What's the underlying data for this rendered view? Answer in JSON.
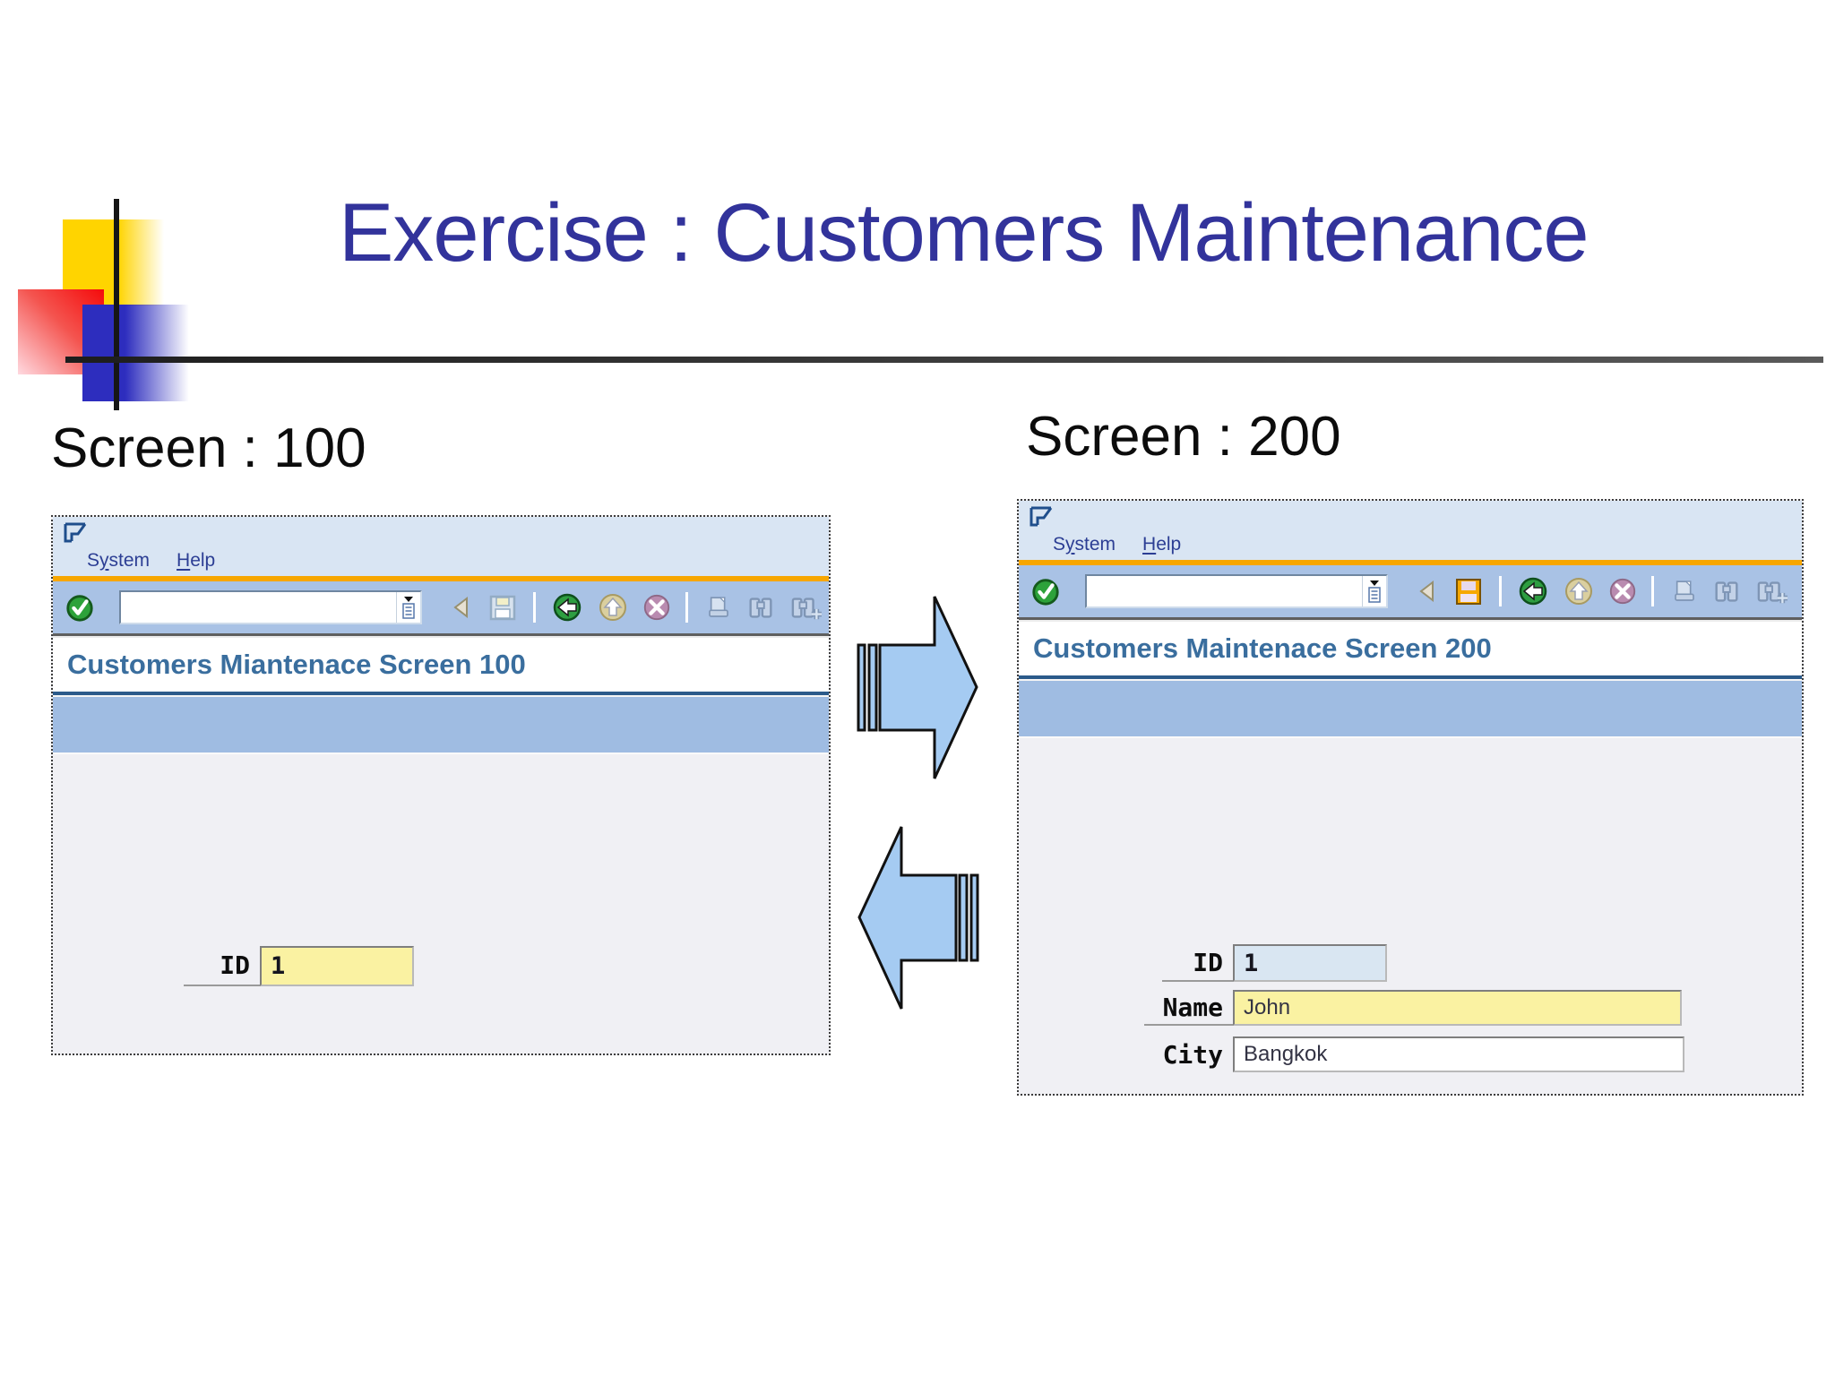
{
  "slide": {
    "title": "Exercise : Customers Maintenance",
    "screen100_label": "Screen : 100",
    "screen200_label": "Screen : 200"
  },
  "screen100": {
    "menu": {
      "system": {
        "pre": "S",
        "accel": "y",
        "post": "stem"
      },
      "help": {
        "pre": "",
        "accel": "H",
        "post": "elp"
      }
    },
    "command_value": "",
    "window_title": "Customers Miantenace Screen 100",
    "fields": {
      "id": {
        "label": "ID",
        "value": "1"
      }
    }
  },
  "screen200": {
    "menu": {
      "system": {
        "pre": "S",
        "accel": "y",
        "post": "stem"
      },
      "help": {
        "pre": "",
        "accel": "H",
        "post": "elp"
      }
    },
    "command_value": "",
    "window_title": "Customers Maintenace Screen 200",
    "fields": {
      "id": {
        "label": "ID",
        "value": "1"
      },
      "name": {
        "label": "Name",
        "value": "John"
      },
      "city": {
        "label": "City",
        "value": "Bangkok"
      }
    }
  },
  "toolbar": {
    "icons": [
      "enter-icon",
      "command-input",
      "back-triangle-icon",
      "save-icon",
      "back-icon",
      "exit-icon",
      "cancel-icon",
      "print-icon",
      "find-icon",
      "find-next-icon"
    ]
  },
  "colors": {
    "slide_title": "#32339B",
    "accent_orange": "#F7A600",
    "header_blue": "#D9E5F3",
    "toolbar_blue": "#A9C2E5",
    "band_blue": "#9FBCE2",
    "window_title_blue": "#3A6E9E",
    "field_yellow": "#FAF2A2",
    "field_readonly_blue": "#D9E6F2",
    "arrow_blue": "#A5CBF2"
  }
}
